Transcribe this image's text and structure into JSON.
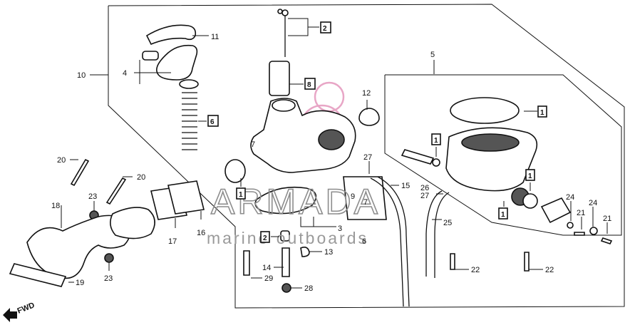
{
  "watermark": {
    "brand": "ARMADA",
    "tagline": "marine outboards",
    "logo_color": "#e8a6c6"
  },
  "orientation": {
    "label": "FWD"
  },
  "callouts": [
    {
      "id": "c2",
      "text": "2",
      "boxed": true
    },
    {
      "id": "c11",
      "text": "11",
      "boxed": false
    },
    {
      "id": "c4",
      "text": "4",
      "boxed": false
    },
    {
      "id": "c10",
      "text": "10",
      "boxed": false
    },
    {
      "id": "c8",
      "text": "8",
      "boxed": true
    },
    {
      "id": "c6",
      "text": "6",
      "boxed": true
    },
    {
      "id": "c5",
      "text": "5",
      "boxed": false
    },
    {
      "id": "c12",
      "text": "12",
      "boxed": false
    },
    {
      "id": "c1a",
      "text": "1",
      "boxed": true
    },
    {
      "id": "c1b",
      "text": "1",
      "boxed": true
    },
    {
      "id": "c1c",
      "text": "1",
      "boxed": true
    },
    {
      "id": "c1d",
      "text": "1",
      "boxed": true
    },
    {
      "id": "c1e",
      "text": "1",
      "boxed": true
    },
    {
      "id": "c7a",
      "text": "7",
      "boxed": false
    },
    {
      "id": "c7b",
      "text": "7",
      "boxed": false
    },
    {
      "id": "c9",
      "text": "9",
      "boxed": false
    },
    {
      "id": "c27a",
      "text": "27",
      "boxed": false
    },
    {
      "id": "c27b",
      "text": "27",
      "boxed": false
    },
    {
      "id": "c26",
      "text": "26",
      "boxed": false
    },
    {
      "id": "c15",
      "text": "15",
      "boxed": false
    },
    {
      "id": "c25",
      "text": "25",
      "boxed": false
    },
    {
      "id": "c24a",
      "text": "24",
      "boxed": false
    },
    {
      "id": "c24b",
      "text": "24",
      "boxed": false
    },
    {
      "id": "c21a",
      "text": "21",
      "boxed": false
    },
    {
      "id": "c21b",
      "text": "21",
      "boxed": false
    },
    {
      "id": "c20a",
      "text": "20",
      "boxed": false
    },
    {
      "id": "c20b",
      "text": "20",
      "boxed": false
    },
    {
      "id": "c23a",
      "text": "23",
      "boxed": false
    },
    {
      "id": "c23b",
      "text": "23",
      "boxed": false
    },
    {
      "id": "c18",
      "text": "18",
      "boxed": false
    },
    {
      "id": "c19",
      "text": "19",
      "boxed": false
    },
    {
      "id": "c17",
      "text": "17",
      "boxed": false
    },
    {
      "id": "c16",
      "text": "16",
      "boxed": false
    },
    {
      "id": "c3",
      "text": "3",
      "boxed": false
    },
    {
      "id": "c2b",
      "text": "2",
      "boxed": true
    },
    {
      "id": "c6b",
      "text": "6",
      "boxed": false
    },
    {
      "id": "c13",
      "text": "13",
      "boxed": false
    },
    {
      "id": "c14",
      "text": "14",
      "boxed": false
    },
    {
      "id": "c29",
      "text": "29",
      "boxed": false
    },
    {
      "id": "c28",
      "text": "28",
      "boxed": false
    },
    {
      "id": "c22a",
      "text": "22",
      "boxed": false
    },
    {
      "id": "c22b",
      "text": "22",
      "boxed": false
    }
  ]
}
